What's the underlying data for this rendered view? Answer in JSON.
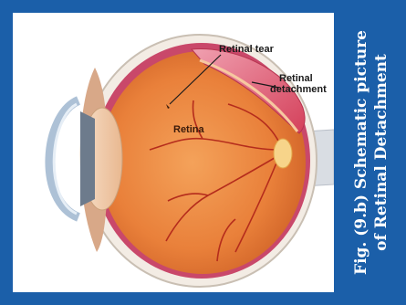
{
  "labels": {
    "retinal_tear": "Retinal tear",
    "retinal_detachment_line1": "Retinal",
    "retinal_detachment_line2": "detachment",
    "retina": "Retina"
  },
  "caption": {
    "line1": "Fig. (9.b) Schematic picture",
    "line2": "of Retinal Detachment"
  },
  "colors": {
    "frame": "#1b5fa9",
    "eye_interior": "#e8803a",
    "detached_retina": "#e0506a",
    "sclera": "#f3ece4"
  }
}
